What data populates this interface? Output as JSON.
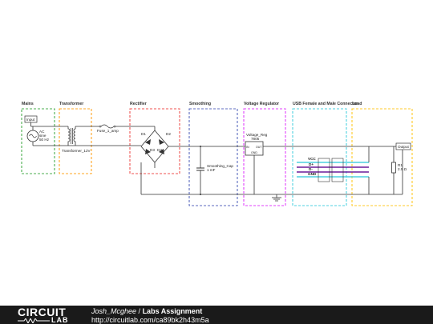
{
  "sections": {
    "mains": "Mains",
    "transformer": "Transformer",
    "rectifier": "Rectifier",
    "smoothing": "Smoothing",
    "regulator": "Voltage Regulator",
    "usb": "USB Female and Male Connector",
    "load": "Load"
  },
  "section_colors": {
    "mains": "#4caf50",
    "transformer": "#ffa726",
    "rectifier": "#ef5350",
    "smoothing": "#5c6bc0",
    "regulator": "#e040fb",
    "usb": "#4dd0e1",
    "load": "#ffca28"
  },
  "components": {
    "input_label": "Input",
    "ac_source": [
      "AC",
      "sine",
      "50 Hz"
    ],
    "transformer": "Transformer_12V",
    "fuse": "Fuse_1_amp",
    "diodes": [
      "D1",
      "D2",
      "D3",
      "D4"
    ],
    "capacitor": [
      "Smoothing_Cap",
      "1 mF"
    ],
    "regulator_name": "Voltage_Reg",
    "regulator_part": "7805",
    "regulator_pins": [
      "IN",
      "OUT",
      "GND"
    ],
    "usb_lines": [
      "VCC",
      "D+",
      "D-",
      "GND"
    ],
    "output_label": "Output",
    "resistor": [
      "R1",
      "2.5 Ω"
    ]
  },
  "footer": {
    "logo_top": "CIRCUIT",
    "logo_bottom": "LAB",
    "author": "Josh_Mcghee",
    "separator": " / ",
    "title": "Labs Assignment",
    "url": "http://circuitlab.com/ca89bk2h43m5a"
  }
}
